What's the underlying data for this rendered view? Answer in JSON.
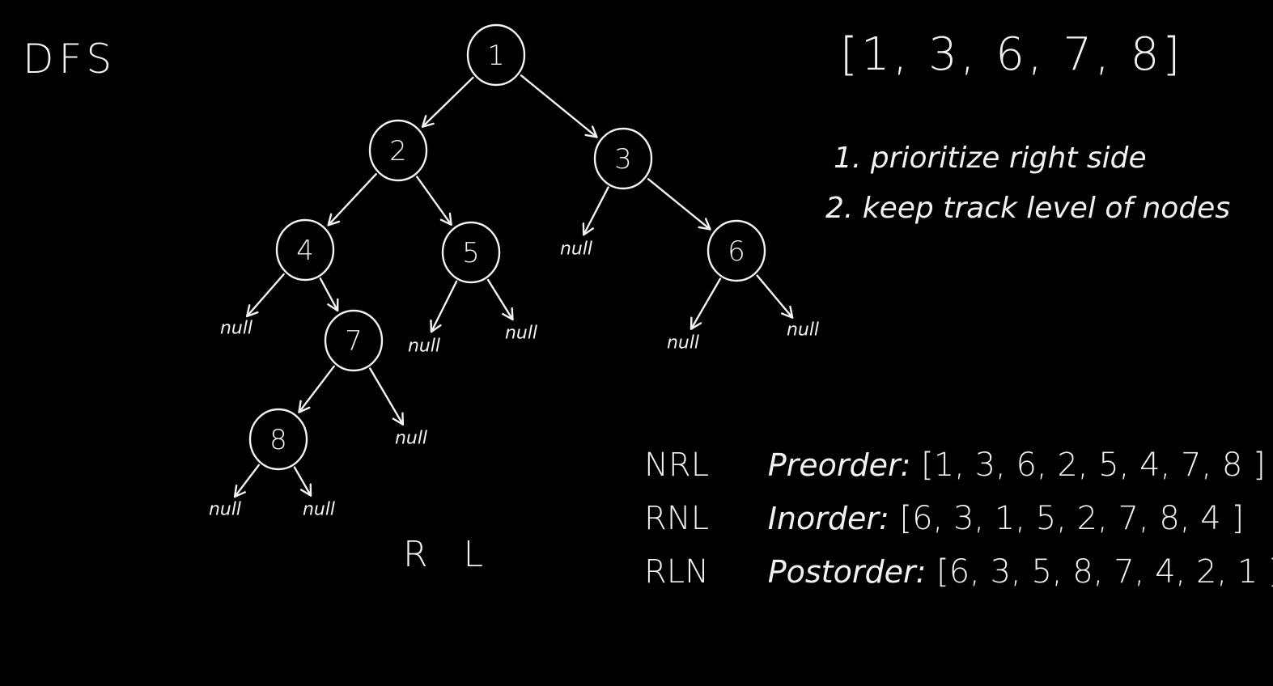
{
  "title": "DFS",
  "tree": {
    "nodes": [
      {
        "id": "n1",
        "label": "1"
      },
      {
        "id": "n2",
        "label": "2"
      },
      {
        "id": "n3",
        "label": "3"
      },
      {
        "id": "n4",
        "label": "4"
      },
      {
        "id": "n5",
        "label": "5"
      },
      {
        "id": "n6",
        "label": "6"
      },
      {
        "id": "n7",
        "label": "7"
      },
      {
        "id": "n8",
        "label": "8"
      }
    ],
    "edges": [
      {
        "from": "n1",
        "to": "n2"
      },
      {
        "from": "n1",
        "to": "n3"
      },
      {
        "from": "n2",
        "to": "n4"
      },
      {
        "from": "n2",
        "to": "n5"
      },
      {
        "from": "n3",
        "to": "null3L"
      },
      {
        "from": "n3",
        "to": "n6"
      },
      {
        "from": "n4",
        "to": "null4L"
      },
      {
        "from": "n4",
        "to": "n7"
      },
      {
        "from": "n5",
        "to": "null5L"
      },
      {
        "from": "n5",
        "to": "null5R"
      },
      {
        "from": "n6",
        "to": "null6L"
      },
      {
        "from": "n6",
        "to": "null6R"
      },
      {
        "from": "n7",
        "to": "n8"
      },
      {
        "from": "n7",
        "to": "null7R"
      },
      {
        "from": "n8",
        "to": "null8L"
      },
      {
        "from": "n8",
        "to": "null8R"
      }
    ],
    "null_label": "null"
  },
  "rl_label": "R L",
  "result_list": "[1, 3, 6, 7, 8]",
  "steps": [
    "1. prioritize right side",
    "2. keep track level of nodes"
  ],
  "traversals": [
    {
      "code": "NRL",
      "name": "Preorder:",
      "sequence": "[1, 3, 6, 2, 5, 4, 7, 8 ]"
    },
    {
      "code": "RNL",
      "name": "Inorder:",
      "sequence": "[6, 3, 1, 5, 2, 7, 8, 4 ]"
    },
    {
      "code": "RLN",
      "name": "Postorder:",
      "sequence": "[6, 3, 5, 8, 7, 4, 2, 1 ]"
    }
  ]
}
